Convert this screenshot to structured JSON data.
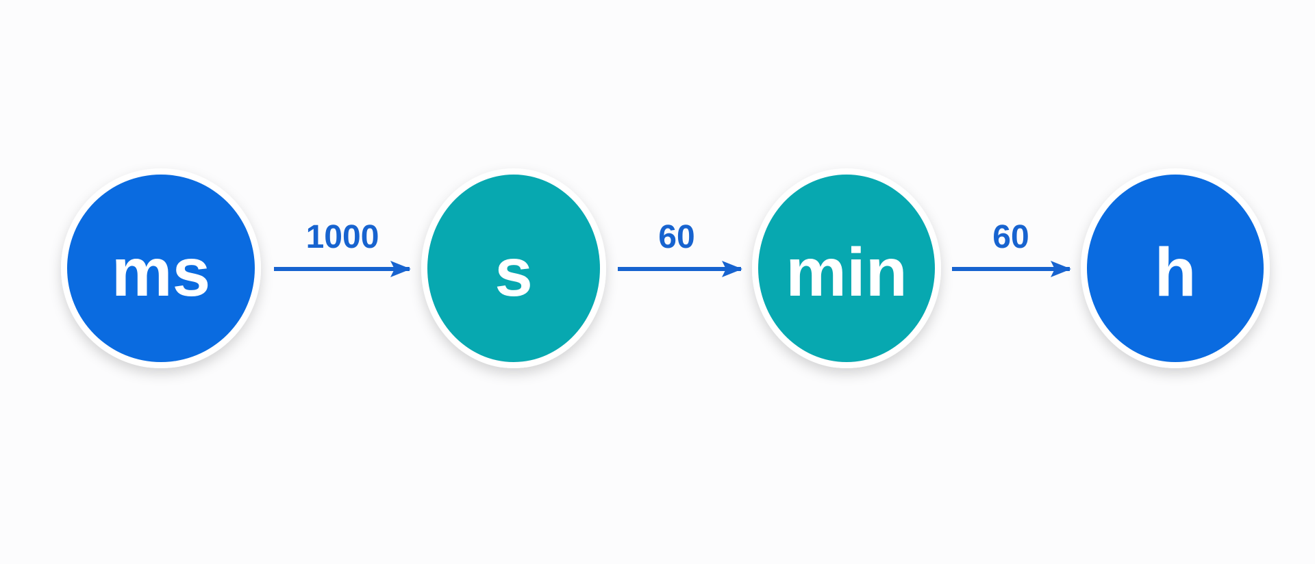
{
  "colors": {
    "blue": "#0a6be0",
    "teal": "#07a8b0",
    "arrow": "#1763cf",
    "ring": "#ffffff",
    "background": "#fcfcfd"
  },
  "units": [
    {
      "label": "ms",
      "color": "blue"
    },
    {
      "label": "s",
      "color": "teal"
    },
    {
      "label": "min",
      "color": "teal"
    },
    {
      "label": "h",
      "color": "blue"
    }
  ],
  "conversions": [
    {
      "from": "ms",
      "to": "s",
      "factor": "1000"
    },
    {
      "from": "s",
      "to": "min",
      "factor": "60"
    },
    {
      "from": "min",
      "to": "h",
      "factor": "60"
    }
  ]
}
